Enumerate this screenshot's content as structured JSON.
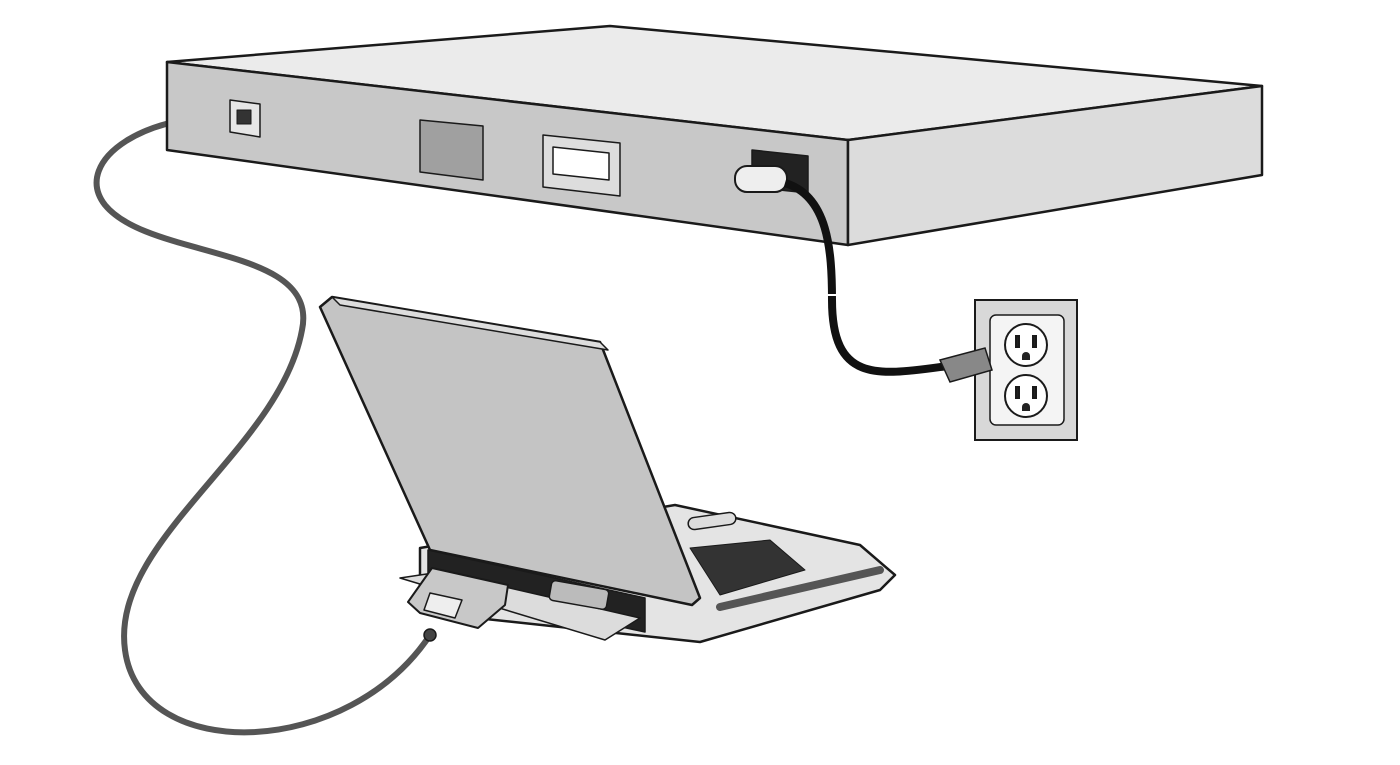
{
  "colors": {
    "background": "#ffffff",
    "outline": "#1a1a1a",
    "device_top": "#ebebeb",
    "device_front": "#c8c8c8",
    "device_side": "#dcdcdc",
    "console_cable": "#555555",
    "power_cord": "#111111",
    "laptop_lid": "#c4c4c4",
    "laptop_base": "#e4e4e4",
    "outlet_plate": "#d8d8d8"
  },
  "components": [
    "network-device",
    "console-port",
    "vent",
    "display-window",
    "power-socket",
    "console-cable",
    "power-cord",
    "wall-outlet",
    "laptop",
    "serial-connector"
  ]
}
